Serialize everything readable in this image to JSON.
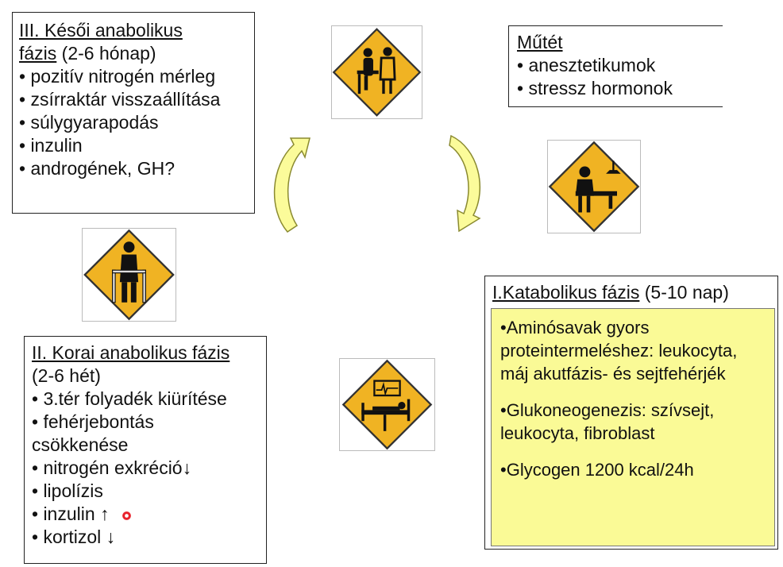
{
  "late_phase": {
    "title": "III. Késői anabolikus",
    "title2_u": "fázis",
    "title2_rest": " (2-6 hónap)",
    "items": [
      "• pozitív nitrogén mérleg",
      "• zsírraktár visszaállítása",
      "• súlygyarapodás",
      "• inzulin",
      "• androgének, GH?"
    ]
  },
  "surgery": {
    "title": "Műtét",
    "items": [
      "• anesztetikumok",
      "• stressz hormonok"
    ]
  },
  "early_phase": {
    "title": "II. Korai anabolikus fázis",
    "items": [
      "(2-6 hét)",
      "• 3.tér folyadék kiürítése",
      "• fehérjebontás",
      "csökkenése",
      "• nitrogén exkréció↓",
      "• lipolízis",
      "• inzulin ↑",
      "• kortizol ↓"
    ]
  },
  "catabolic_phase": {
    "title_u": "I.Katabolikus fázis",
    "title_rest": " (5-10 nap)",
    "details": [
      "•Aminósavak gyors proteintermeléshez: leukocyta, máj akutfázis- és sejtfehérjék",
      "•Glukoneogenezis: szívsejt, leukocyta, fibroblast",
      "•Glycogen 1200 kcal/24h"
    ]
  },
  "colors": {
    "sign": "#f0b323",
    "arrow": "#fbfb9a",
    "arrow_stroke": "#8a8a30",
    "note": "#fafa96"
  },
  "icons": [
    "doctor-patient-sign-icon",
    "surgeon-sign-icon",
    "walker-sign-icon",
    "hospital-bed-sign-icon"
  ]
}
